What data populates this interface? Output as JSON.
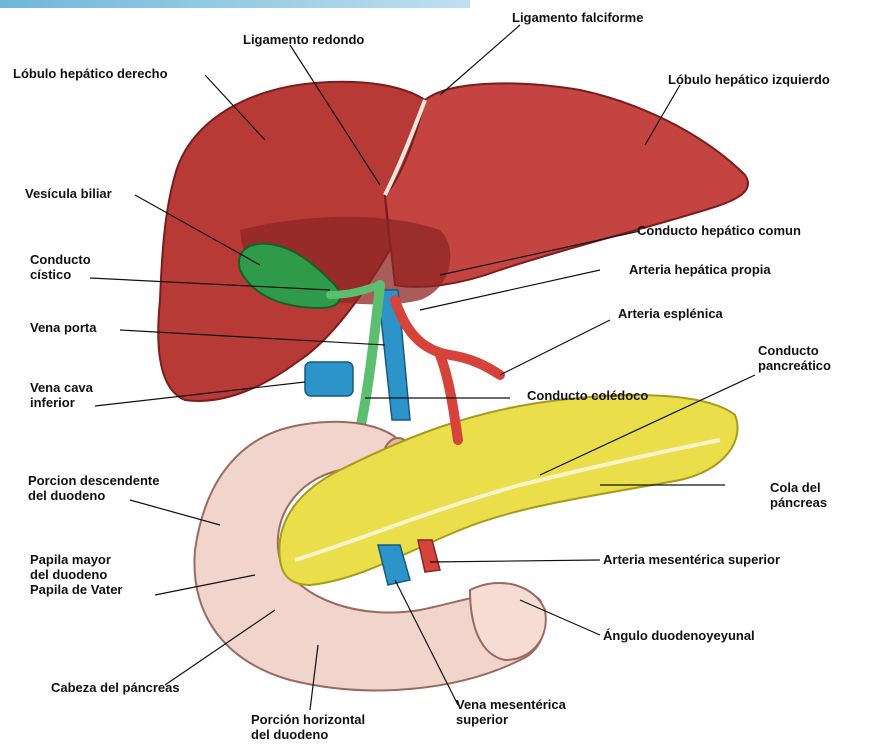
{
  "labels": {
    "ligamento_falciforme": "Ligamento falciforme",
    "ligamento_redondo": "Ligamento redondo",
    "lobulo_derecho": "Lóbulo hepático derecho",
    "lobulo_izquierdo": "Lóbulo hepático izquierdo",
    "vesicula_biliar": "Vesícula biliar",
    "conducto_cistico": [
      "Conducto",
      "cístico"
    ],
    "conducto_hepatico_comun": "Conducto hepático comun",
    "arteria_hepatica_propia": "Arteria hepática propia",
    "vena_porta": "Vena porta",
    "arteria_esplenica": "Arteria esplénica",
    "vena_cava_inferior": [
      "Vena cava",
      "inferior"
    ],
    "conducto_coledoco": "Conducto colédoco",
    "conducto_pancreatico": [
      "Conducto",
      "pancreático"
    ],
    "porcion_descendente": [
      "Porcion descendente",
      "del duodeno"
    ],
    "cola_pancreas": [
      "Cola del",
      "páncreas"
    ],
    "papila_mayor": [
      "Papila mayor",
      "del duodeno",
      "Papila de Vater"
    ],
    "arteria_mesenterica_superior": "Arteria mesentérica superior",
    "angulo_duodenoyeyunal": "Ángulo duodenoyeyunal",
    "cabeza_pancreas": "Cabeza del páncreas",
    "porcion_horizontal": [
      "Porción horizontal",
      "del duodeno"
    ],
    "vena_mesenterica_superior": [
      "Vena mesentérica",
      "superior"
    ]
  },
  "colors": {
    "liver": "#b83a36",
    "liver_shadow": "#8e2524",
    "gallbladder": "#2e9a4a",
    "pancreas": "#eadf4a",
    "duodenum": "#f1d4cc",
    "vein": "#2d94c9",
    "artery": "#d6433b",
    "bile_duct": "#5bbf6f"
  }
}
